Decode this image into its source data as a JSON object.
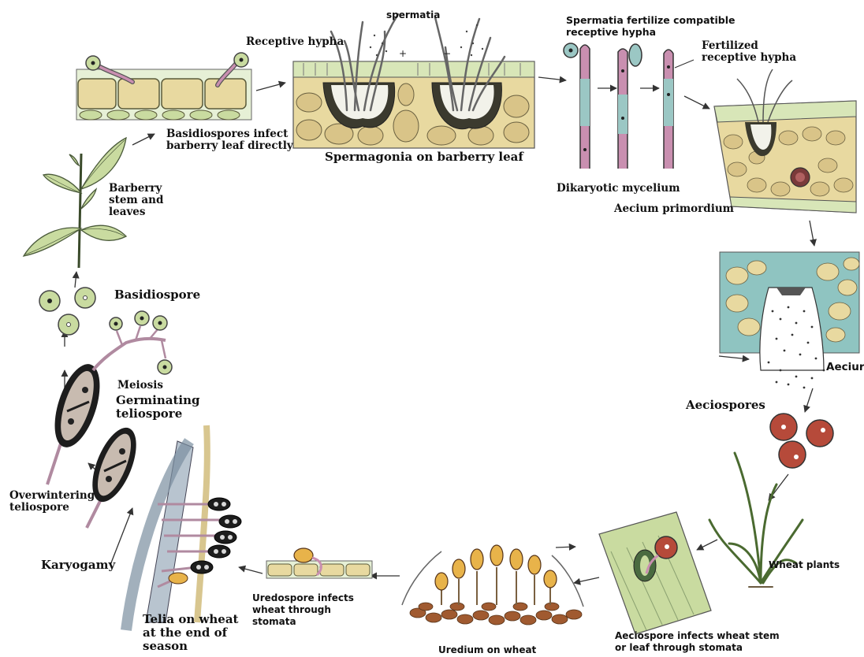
{
  "labels": {
    "spermatia": "spermatia",
    "receptive_hypha": "Receptive hypha",
    "spermatia_fertilize": "Spermatia fertilize compatible\nreceptive hypha",
    "fertilized_receptive_hypha": "Fertilized\nreceptive hypha",
    "basidiospores_infect": "Basidiospores infect\nbarberry leaf directly",
    "spermagonia": "Spermagonia on barberry leaf",
    "dikaryotic_mycelium": "Dikaryotic mycelium",
    "aecium_primordium": "Aecium primordium",
    "barberry_stem": "Barberry\nstem and\nleaves",
    "basidiospore": "Basidiospore",
    "aecium": "Aeciur",
    "meiosis": "Meiosis",
    "germinating_teliospore": "Germinating\nteliospore",
    "aeciospores": "Aeciospores",
    "overwintering_teliospore": "Overwintering\nteliospore",
    "wheat_plants": "Wheat plants",
    "karyogamy": "Karyogamy",
    "uredospore_infects": "Uredospore infects\nwheat through\nstomata",
    "telia": "Telia on wheat\nat the end of\nseason",
    "aeciospore_infects": "Aeciospore infects wheat stem\nor leaf through stomata",
    "uredium": "Uredium on wheat"
  },
  "colors": {
    "cell_fill": "#e8d9a0",
    "cell_stroke": "#5a5a3a",
    "leaf_green": "#c9dba0",
    "aecium_bg": "#8fc4c1",
    "spore_red": "#b64a3a",
    "hypha_pink": "#c98fb0",
    "teliospore_dark": "#1d1d1d",
    "uredo_orange": "#e8b34a"
  }
}
